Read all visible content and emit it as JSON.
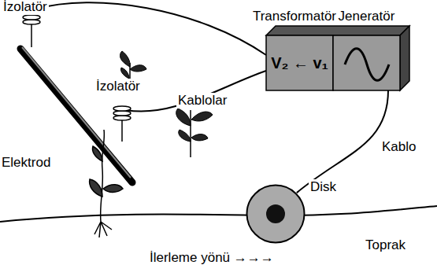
{
  "diagram": {
    "nodes": [
      {
        "text": [
          "Transformatör",
          "V₂ ← v₁"
        ]
      },
      {
        "text": [
          "Jeneratör"
        ]
      },
      {
        "text": [
          "Disk"
        ]
      }
    ],
    "edges": [
      {
        "from": 1,
        "to": 2,
        "label": "Kablo",
        "arrow": "none"
      }
    ],
    "labels": [
      "İzolatör",
      "İzolatör",
      "Kablolar",
      "Elektrod",
      "Toprak",
      "İlerleme yönü →→→"
    ]
  }
}
